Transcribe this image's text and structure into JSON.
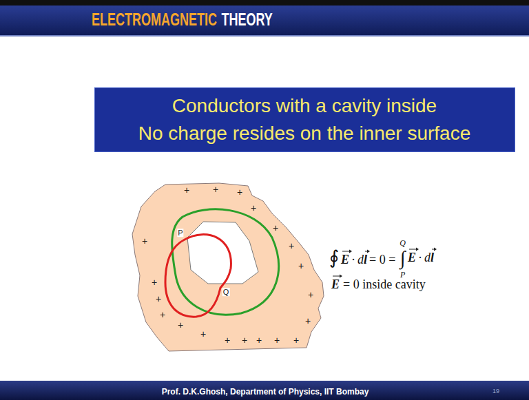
{
  "diagram": {
    "nodes": [
      {
        "text": [
          "Conductors with a cavity inside",
          "No charge resides on the inner surface"
        ]
      }
    ],
    "labels": [
      "ELECTROMAGNETIC",
      "THEORY",
      "+",
      "+",
      "+",
      "+",
      "+",
      "+",
      "+",
      "+",
      "+",
      "+",
      "+",
      "+",
      "+",
      "+",
      "+",
      "+",
      "+",
      "+",
      "+",
      "+",
      "P",
      "Q",
      "∮",
      "E",
      "·",
      "d",
      "l",
      "= 0 =",
      "Q",
      "∫",
      "P",
      "E",
      "·",
      "d",
      "l",
      "E",
      "= 0 inside cavity",
      "Prof. D.K.Ghosh, Department of Physics, IIT Bombay",
      "19"
    ]
  }
}
